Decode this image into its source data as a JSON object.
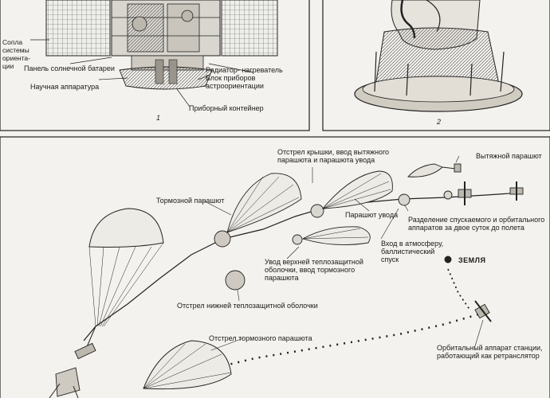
{
  "top_left_panel": {
    "number": "1",
    "labels": {
      "orientation_nozzles": "Сопла\nсистемы\nориента-\nции",
      "solar_panel": "Панель солнечной батареи",
      "science_equipment": "Научная аппаратура",
      "radiator_heater": "Радиатор- нагреватель",
      "astro_orientation_unit": "Блок приборов\nастроориентации",
      "instrument_container": "Приборный контейнер"
    }
  },
  "top_right_panel": {
    "number": "2"
  },
  "descent_panel": {
    "labels": {
      "cover_release": "Отстрел крышки, ввод вытяжного\nпарашюта и парашюта увода",
      "drogue_chute": "Вытяжной парашют",
      "braking_chute": "Тормозной парашют",
      "withdrawal_chute": "Парашют увода",
      "separation": "Разделение спускаемого и орбитального\nаппаратов за двое суток до  полета",
      "atmosphere_entry": "Вход в атмосферу,\nбаллистический\nспуск",
      "upper_shell_withdrawal": "Увод верхней теплозащитной\nоболочки, ввод  тормозного\nпарашюта",
      "earth": "ЗЕМЛЯ",
      "lower_shell_release": "Отстрел нижней теплозащитной оболочки",
      "braking_chute_release": "Отстрел тормозного парашюта",
      "orbital_relay": "Орбитальный аппарат станции,\nработающий как ретранслятор"
    }
  }
}
